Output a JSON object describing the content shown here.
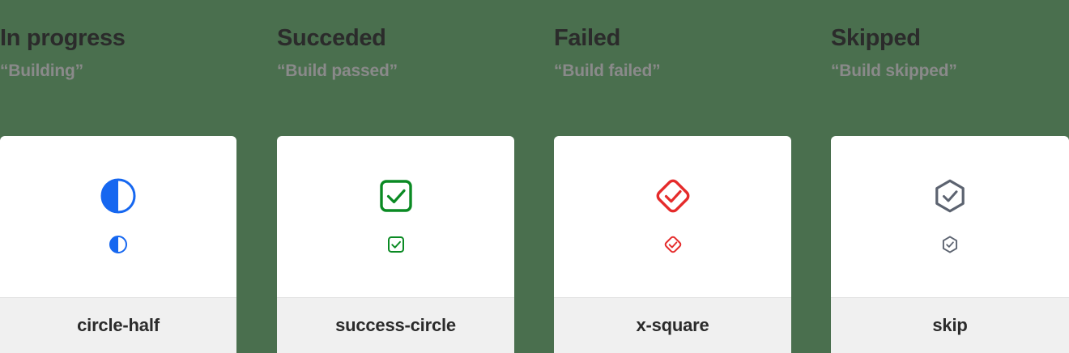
{
  "page": {
    "background_color": "#4a6f4e",
    "card_background": "#ffffff",
    "footer_background": "#f0f0f0"
  },
  "columns": [
    {
      "title": "In progress",
      "subtitle": "“Building”",
      "icon_name": "circle-half",
      "icon_label": "circle-half",
      "color": "#1667f0",
      "name_slug": "in-progress"
    },
    {
      "title": "Succeded",
      "subtitle": "“Build passed”",
      "icon_name": "success-circle",
      "icon_label": "success-circle",
      "color": "#0a8a23",
      "name_slug": "succeded"
    },
    {
      "title": "Failed",
      "subtitle": "“Build failed”",
      "icon_name": "x-square",
      "icon_label": "x-square",
      "color": "#e52b2b",
      "name_slug": "failed"
    },
    {
      "title": "Skipped",
      "subtitle": "“Build skipped”",
      "icon_name": "skip",
      "icon_label": "skip",
      "color": "#5c6370",
      "name_slug": "skipped"
    }
  ]
}
